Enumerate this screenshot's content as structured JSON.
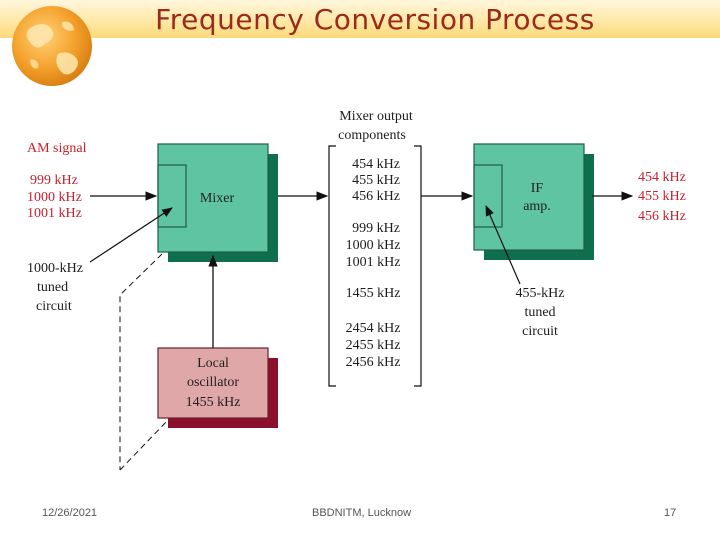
{
  "slide": {
    "title": "Frequency Conversion Process",
    "footer_date": "12/26/2021",
    "footer_center": "BBDNITM, Lucknow",
    "footer_page": "17",
    "icon": "globe-icon"
  },
  "diagram": {
    "input": {
      "heading": "AM signal",
      "freqs": [
        "999 kHz",
        "1000 kHz",
        "1001 kHz"
      ]
    },
    "tuned_left": [
      "1000-kHz",
      "tuned",
      "circuit"
    ],
    "mixer": {
      "label": "Mixer"
    },
    "mixer_output_heading": [
      "Mixer output",
      "components"
    ],
    "mixer_output_groups": [
      [
        "454 kHz",
        "455 kHz",
        "456 kHz"
      ],
      [
        "999 kHz",
        "1000 kHz",
        "1001 kHz"
      ],
      [
        "1455 kHz"
      ],
      [
        "2454 kHz",
        "2455 kHz",
        "2456 kHz"
      ]
    ],
    "if_amp": {
      "label": [
        "IF",
        "amp."
      ]
    },
    "tuned_right": [
      "455-kHz",
      "tuned",
      "circuit"
    ],
    "output_freqs": [
      "454 kHz",
      "455 kHz",
      "456 kHz"
    ],
    "oscillator": {
      "label": [
        "Local",
        "oscillator",
        "1455 kHz"
      ]
    },
    "colors": {
      "box_green": "#5ec4a2",
      "box_green_shadow": "#0f6e4c",
      "box_pink": "#dfa7a7",
      "box_pink_shadow": "#8c0f2c",
      "red_text": "#c8202c"
    }
  }
}
